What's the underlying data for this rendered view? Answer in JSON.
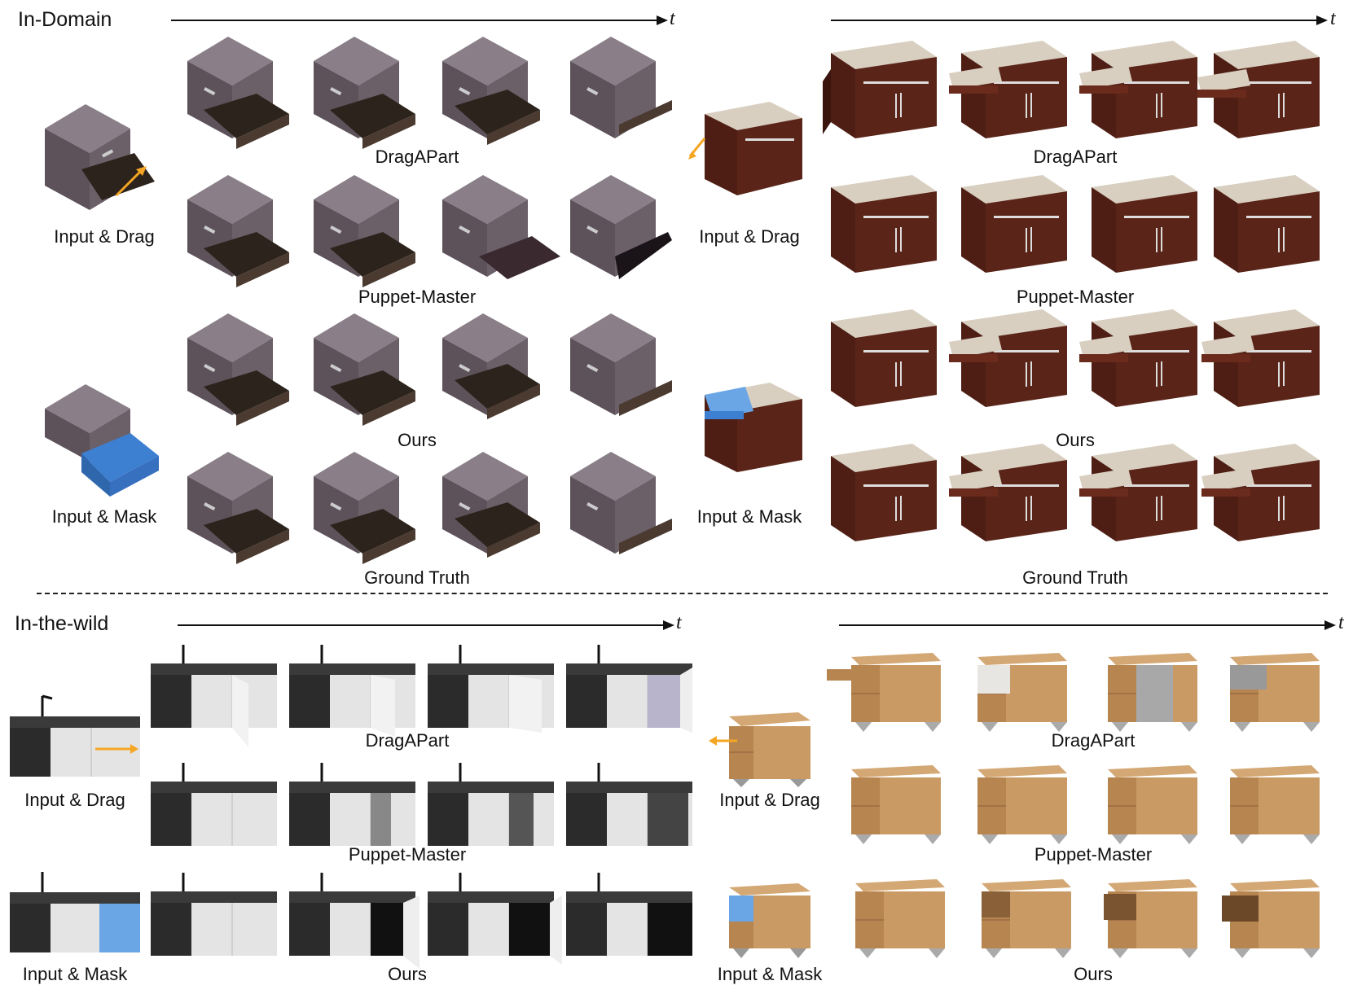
{
  "sections": {
    "in_domain": {
      "title": "In-Domain"
    },
    "in_the_wild": {
      "title": "In-the-wild"
    }
  },
  "time_axis_label": "t",
  "labels": {
    "input_drag": "Input & Drag",
    "input_mask": "Input & Mask",
    "dragapart": "DragAPart",
    "puppet_master": "Puppet-Master",
    "ours": "Ours",
    "ground_truth": "Ground Truth"
  },
  "colors": {
    "drag_arrow": "#f5a623",
    "mask_blue": "#3d7fd1",
    "mask_light_blue": "#6aa6e6",
    "cube_gray": "#6b6068",
    "wood_dark": "#5a2418",
    "wood_light": "#c99a64",
    "sink_black": "#2b2b2b",
    "sink_white": "#e4e4e4"
  }
}
